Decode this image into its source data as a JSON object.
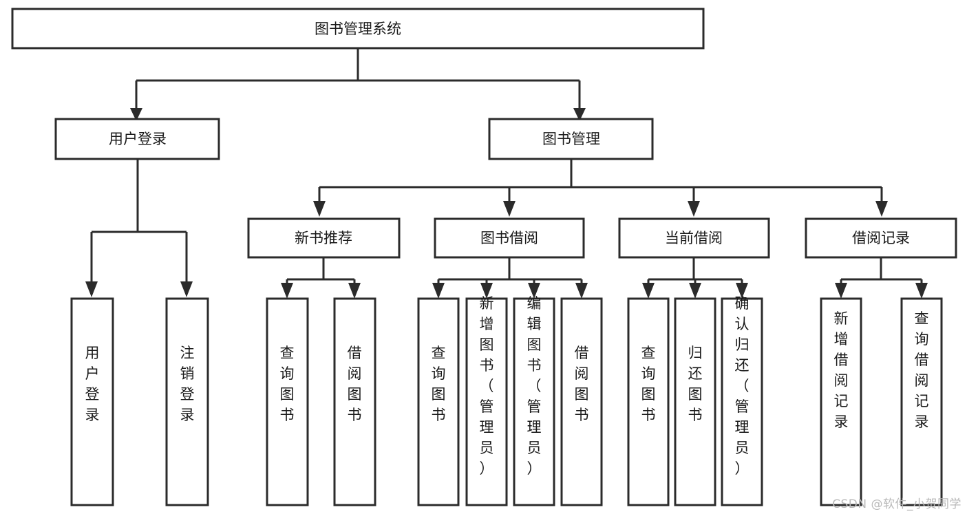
{
  "diagram": {
    "title": "图书管理系统",
    "watermark": "CSDN @软件_小贺同学",
    "colors": {
      "box_stroke": "#2b2b2b",
      "box_fill": "#ffffff",
      "connector": "#2b2b2b",
      "text": "#1a1a1a",
      "watermark": "#b9b9b9",
      "background": "#ffffff"
    },
    "nodes": {
      "root": {
        "label": "图书管理系统"
      },
      "level1": [
        {
          "label": "用户登录"
        },
        {
          "label": "图书管理"
        }
      ],
      "level2": [
        {
          "label": "新书推荐"
        },
        {
          "label": "图书借阅"
        },
        {
          "label": "当前借阅"
        },
        {
          "label": "借阅记录"
        }
      ],
      "leaves_user_login": [
        {
          "label": "用户登录"
        },
        {
          "label": "注销登录"
        }
      ],
      "leaves_new_book": [
        {
          "label": "查询图书"
        },
        {
          "label": "借阅图书"
        }
      ],
      "leaves_borrow": [
        {
          "label": "查询图书"
        },
        {
          "label": "新增图书（管理员）"
        },
        {
          "label": "编辑图书（管理员）"
        },
        {
          "label": "借阅图书"
        }
      ],
      "leaves_current": [
        {
          "label": "查询图书"
        },
        {
          "label": "归还图书"
        },
        {
          "label": "确认归还（管理员）"
        }
      ],
      "leaves_records": [
        {
          "label": "新增借阅记录"
        },
        {
          "label": "查询借阅记录"
        }
      ]
    }
  },
  "chart_data": {
    "type": "tree",
    "title": "图书管理系统",
    "orientation": "top-down",
    "root": {
      "label": "图书管理系统",
      "children": [
        {
          "label": "用户登录",
          "children": [
            {
              "label": "用户登录"
            },
            {
              "label": "注销登录"
            }
          ]
        },
        {
          "label": "图书管理",
          "children": [
            {
              "label": "新书推荐",
              "children": [
                {
                  "label": "查询图书"
                },
                {
                  "label": "借阅图书"
                }
              ]
            },
            {
              "label": "图书借阅",
              "children": [
                {
                  "label": "查询图书"
                },
                {
                  "label": "新增图书（管理员）"
                },
                {
                  "label": "编辑图书（管理员）"
                },
                {
                  "label": "借阅图书"
                }
              ]
            },
            {
              "label": "当前借阅",
              "children": [
                {
                  "label": "查询图书"
                },
                {
                  "label": "归还图书"
                },
                {
                  "label": "确认归还（管理员）"
                }
              ]
            },
            {
              "label": "借阅记录",
              "children": [
                {
                  "label": "新增借阅记录"
                },
                {
                  "label": "查询借阅记录"
                }
              ]
            }
          ]
        }
      ]
    }
  }
}
